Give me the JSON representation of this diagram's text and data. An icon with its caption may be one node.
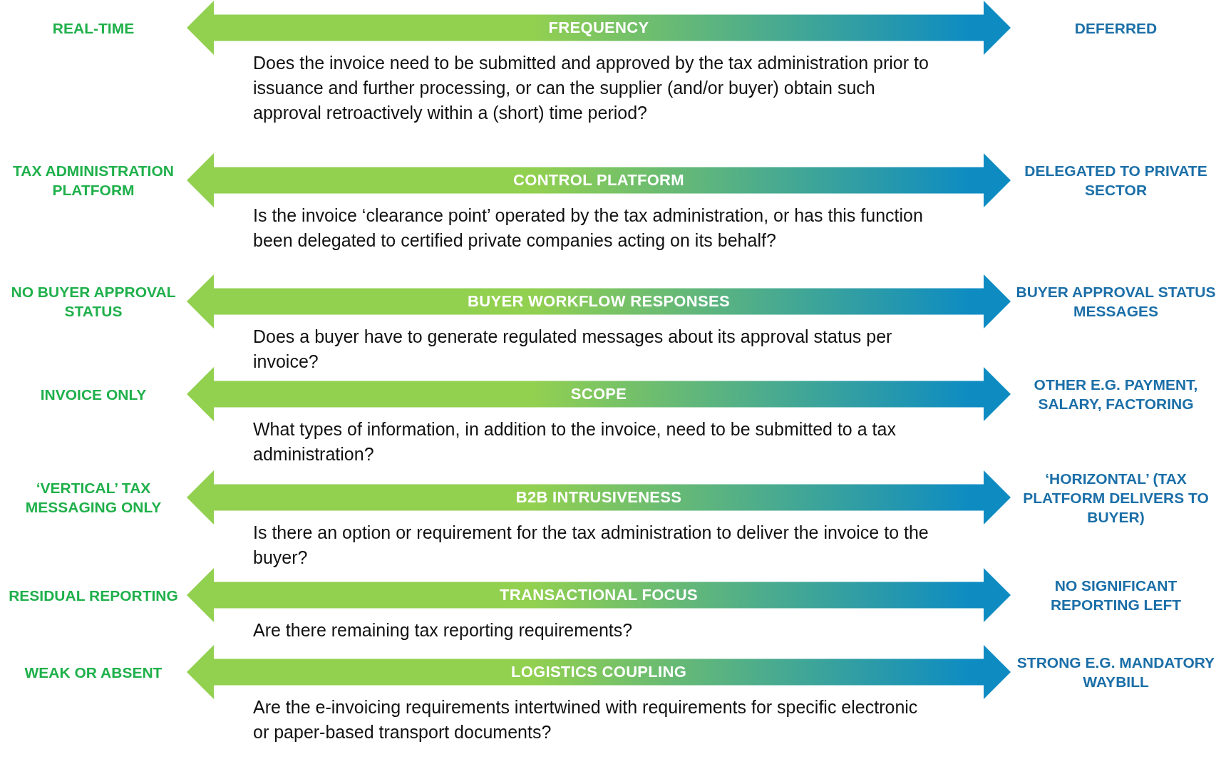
{
  "diagram": {
    "nodes": [
      {
        "text": [
          "REAL-TIME"
        ]
      },
      {
        "text": [
          "DEFERRED"
        ]
      },
      {
        "text": [
          "TAX ADMINISTRATION PLATFORM"
        ]
      },
      {
        "text": [
          "DELEGATED TO PRIVATE SECTOR"
        ]
      },
      {
        "text": [
          "NO BUYER APPROVAL STATUS"
        ]
      },
      {
        "text": [
          "BUYER APPROVAL STATUS MESSAGES"
        ]
      },
      {
        "text": [
          "INVOICE ONLY"
        ]
      },
      {
        "text": [
          "OTHER E.G. PAYMENT, SALARY, FACTORING"
        ]
      },
      {
        "text": [
          "‘VERTICAL’ TAX MESSAGING ONLY"
        ]
      },
      {
        "text": [
          "‘HORIZONTAL’ (TAX PLATFORM DELIVERS TO BUYER)"
        ]
      },
      {
        "text": [
          "RESIDUAL REPORTING"
        ]
      },
      {
        "text": [
          "NO SIGNIFICANT REPORTING LEFT"
        ]
      },
      {
        "text": [
          "WEAK OR ABSENT"
        ]
      },
      {
        "text": [
          "STRONG E.G. MANDATORY WAYBILL"
        ]
      }
    ],
    "edges": [
      {
        "from": 0,
        "to": 1,
        "arrow": "both",
        "label": "FREQUENCY"
      },
      {
        "from": 2,
        "to": 3,
        "arrow": "both",
        "label": "CONTROL PLATFORM"
      },
      {
        "from": 4,
        "to": 5,
        "arrow": "both",
        "label": "BUYER WORKFLOW RESPONSES"
      },
      {
        "from": 6,
        "to": 7,
        "arrow": "both",
        "label": "SCOPE"
      },
      {
        "from": 8,
        "to": 9,
        "arrow": "both",
        "label": "B2B INTRUSIVENESS"
      },
      {
        "from": 10,
        "to": 11,
        "arrow": "both",
        "label": "TRANSACTIONAL FOCUS"
      },
      {
        "from": 12,
        "to": 13,
        "arrow": "both",
        "label": "LOGISTICS COUPLING"
      }
    ],
    "labels": [
      "Does the invoice need to be submitted and approved by the tax administration prior to issuance and further processing, or can the supplier (and/or buyer) obtain such approval retroactively within a (short) time period?",
      "Is the invoice ‘clearance point’ operated by the tax administration, or has this function been delegated to certified private companies acting on its behalf?",
      "Does a buyer have to generate regulated messages about its approval status per invoice?",
      "What types of information, in addition to the invoice, need to be submitted to a tax administration?",
      "Is there an option or requirement for the tax administration to deliver the invoice to the buyer?",
      "Are there remaining tax reporting requirements?",
      "Are the e-invoicing requirements intertwined with requirements for specific electronic or paper-based transport documents?"
    ]
  }
}
